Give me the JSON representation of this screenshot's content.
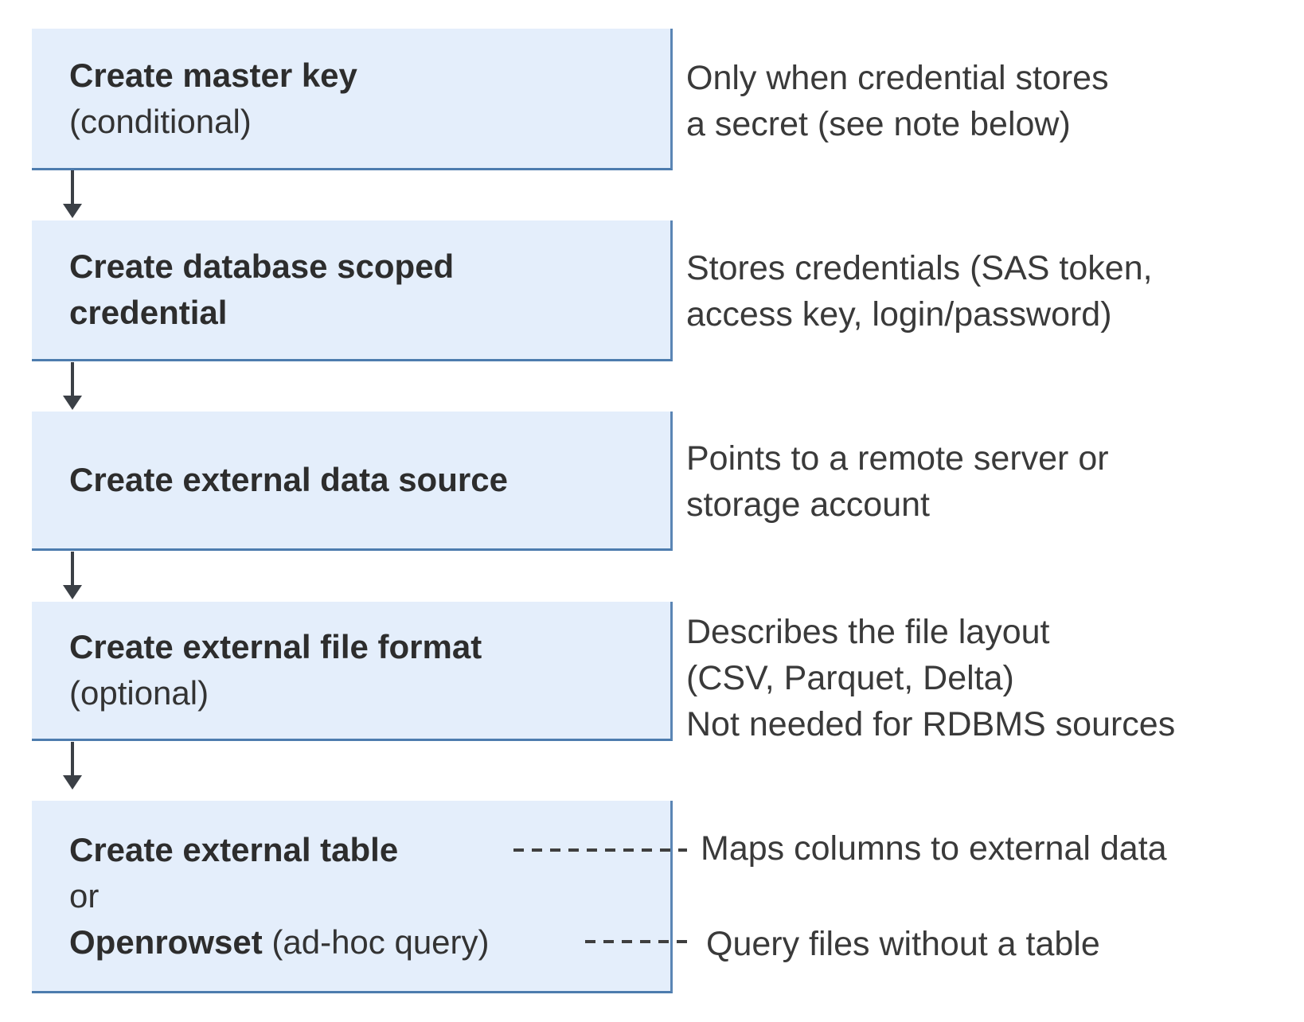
{
  "colors": {
    "background": "#ffffff",
    "box_fill": "#e4eefb",
    "box_border_bottom": "#4d7cae",
    "box_border_right": "#5b86b5",
    "title_text": "#2d2d2d",
    "note_text": "#3a3a3a",
    "arrow": "#3b4046",
    "dash": "#3f3f3f"
  },
  "boxes": [
    {
      "line1_bold": "Create master key",
      "line2": "(conditional)"
    },
    {
      "line1_bold": "Create database scoped",
      "line2_bold": "credential"
    },
    {
      "line1_bold": "Create external data source"
    },
    {
      "line1_bold": "Create external file format",
      "line2": "(optional)"
    },
    {
      "line1_bold": "Create external table",
      "line2": "or",
      "line3_bold": "Openrowset",
      "line3_regular": " (ad-hoc query)"
    }
  ],
  "notes": [
    {
      "lines": [
        "Only when credential stores",
        "a secret (see note below)"
      ]
    },
    {
      "lines": [
        "Stores credentials (SAS token,",
        "access key, login/password)"
      ]
    },
    {
      "lines": [
        "Points to a remote server or",
        "storage account"
      ]
    },
    {
      "lines": [
        "Describes the file layout",
        "(CSV, Parquet, Delta)",
        "Not needed for RDBMS sources"
      ]
    },
    {
      "lines": [
        "Maps columns to external data"
      ]
    },
    {
      "lines": [
        "Query files without a table"
      ]
    }
  ]
}
